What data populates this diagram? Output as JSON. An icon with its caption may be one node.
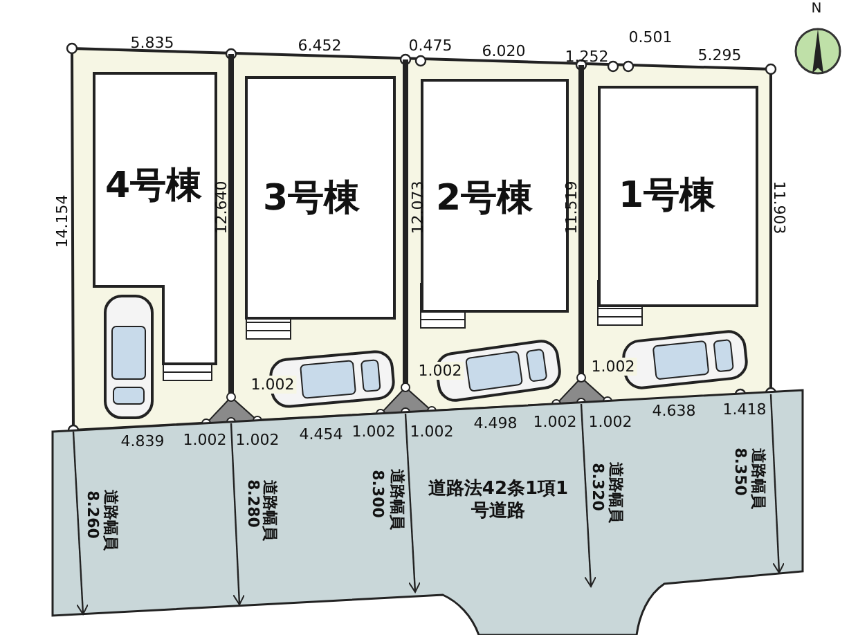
{
  "diagram": {
    "nodes": [
      {
        "text": [
          "4号棟"
        ]
      },
      {
        "text": [
          "3号棟"
        ]
      },
      {
        "text": [
          "2号棟"
        ]
      },
      {
        "text": [
          "1号棟"
        ]
      },
      {
        "text": [
          "道路法42条1項1号道路"
        ]
      }
    ],
    "edges": [],
    "labels": [
      "5.835",
      "6.452",
      "0.475",
      "6.020",
      "1.252",
      "0.501",
      "5.295",
      "N",
      "14.154",
      "12.640",
      "12.073",
      "11.519",
      "11.903",
      "1.002",
      "1.002",
      "1.002",
      "4.839",
      "1.002",
      "1.002",
      "4.454",
      "1.002",
      "1.002",
      "4.498",
      "1.002",
      "1.002",
      "4.638",
      "1.418",
      "8.260",
      "道路幅員",
      "8.280",
      "道路幅員",
      "8.300",
      "道路幅員",
      "8.320",
      "道路幅員",
      "8.350",
      "道路幅員"
    ]
  }
}
